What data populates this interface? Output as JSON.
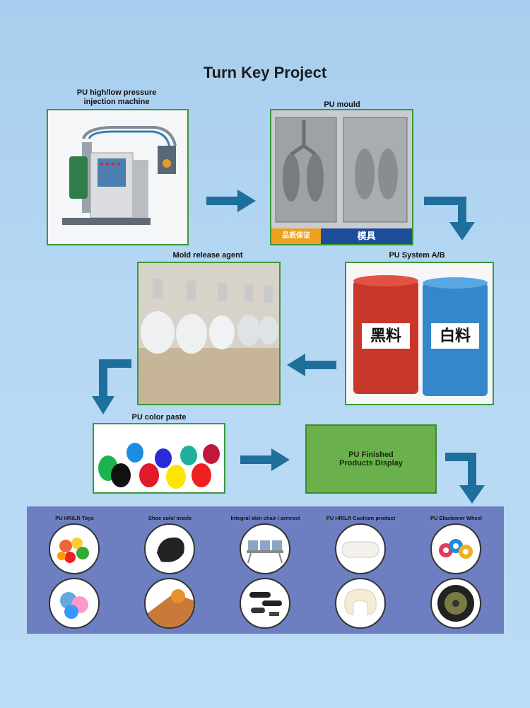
{
  "title": "Turn Key Project",
  "steps": {
    "machine": "PU high/low pressure\ninjection machine",
    "mould": "PU mould",
    "mould_banner_left": "品质保证",
    "mould_banner_right": "模具",
    "system": "PU System A/B",
    "barrel_left": "黑料",
    "barrel_right": "白料",
    "release": "Mold release agent",
    "paste": "PU color paste",
    "finished_line1": "PU Finished",
    "finished_line2": "Products Display"
  },
  "products": [
    {
      "label": "PU HR/LR Toys"
    },
    {
      "label": "Shoe sole/ insole"
    },
    {
      "label": "Integral skin chair / armrest"
    },
    {
      "label": "PU HR/LR Cushion product"
    },
    {
      "label": "PU Elastomer Wheel"
    }
  ],
  "colors": {
    "arrow": "#1f6f9c",
    "frame": "#3a9a3a",
    "finished_box": "#6ab04c",
    "panel": "#6d7fc0"
  }
}
